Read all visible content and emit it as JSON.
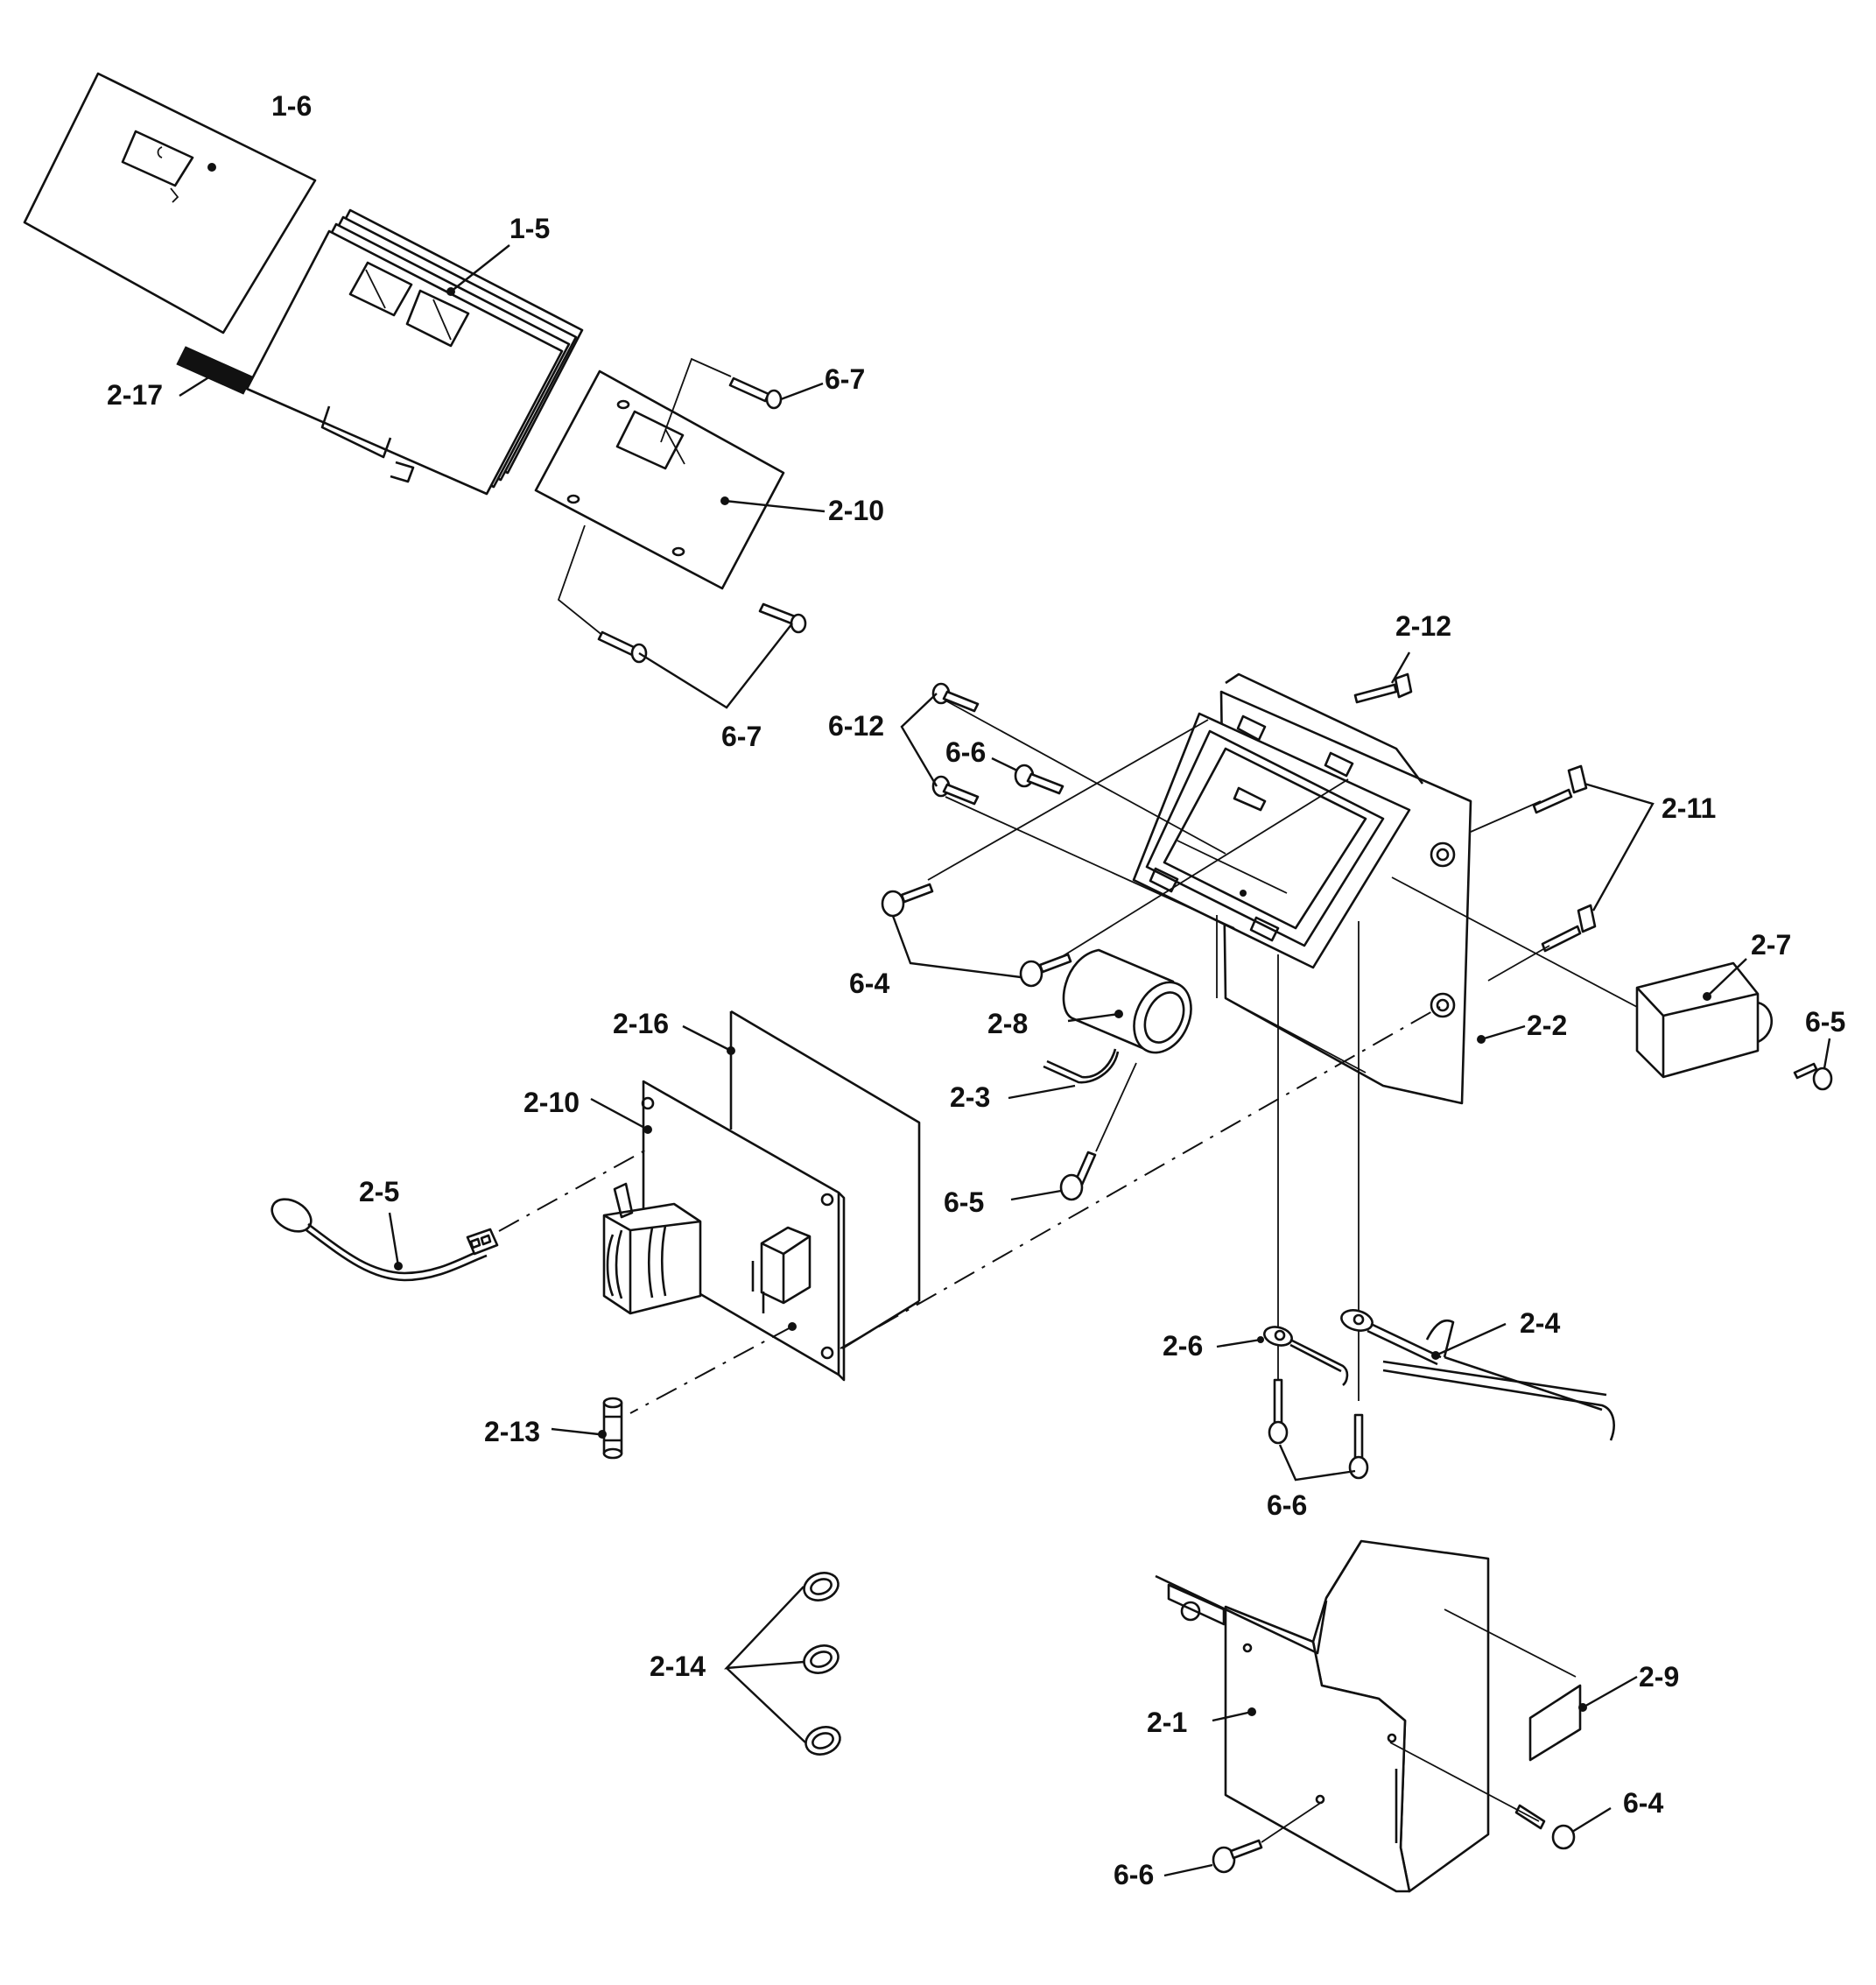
{
  "labels": {
    "p1_6": "1-6",
    "p1_5": "1-5",
    "p2_17": "2-17",
    "p6_7a": "6-7",
    "p2_10a": "2-10",
    "p6_7b": "6-7",
    "p2_12": "2-12",
    "p6_12": "6-12",
    "p6_6a": "6-6",
    "p2_11": "2-11",
    "p6_4a": "6-4",
    "p2_7": "2-7",
    "p6_5a": "6-5",
    "p2_8": "2-8",
    "p2_2": "2-2",
    "p2_16": "2-16",
    "p2_3": "2-3",
    "p2_10b": "2-10",
    "p2_5": "2-5",
    "p6_5b": "6-5",
    "p2_6": "2-6",
    "p2_4": "2-4",
    "p2_13": "2-13",
    "p6_6b": "6-6",
    "p2_14": "2-14",
    "p2_9": "2-9",
    "p2_1": "2-1",
    "p6_4b": "6-4",
    "p6_6c": "6-6"
  }
}
